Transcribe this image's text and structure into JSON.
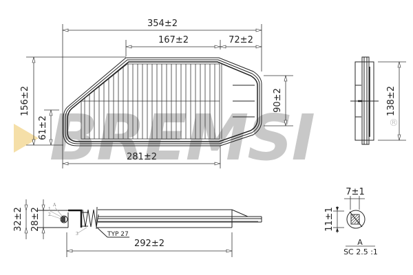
{
  "watermark": {
    "brand": "BREMSI",
    "registered_symbol": "®",
    "triangle_color": "#f5dfa8",
    "text_color": "#c8c8c8"
  },
  "top_view": {
    "dimensions": {
      "overall_length": "354±2",
      "partial_length": "167±2",
      "right_section": "72±2",
      "bottom_length": "281±2",
      "overall_height": "156±2",
      "left_height": "61±2",
      "right_height": "90±2"
    }
  },
  "side_view": {
    "dimensions": {
      "height": "138±2"
    }
  },
  "bottom_view": {
    "dimensions": {
      "outer_thickness": "32±2",
      "inner_thickness": "28±2",
      "length": "292±2"
    },
    "annotation": "TYP 27",
    "callouts": [
      "A",
      "1",
      "2",
      "3"
    ]
  },
  "detail_a": {
    "dimensions": {
      "width": "7±1",
      "height": "11±1"
    },
    "label": "A",
    "scale": "SC 2.5 :1"
  }
}
